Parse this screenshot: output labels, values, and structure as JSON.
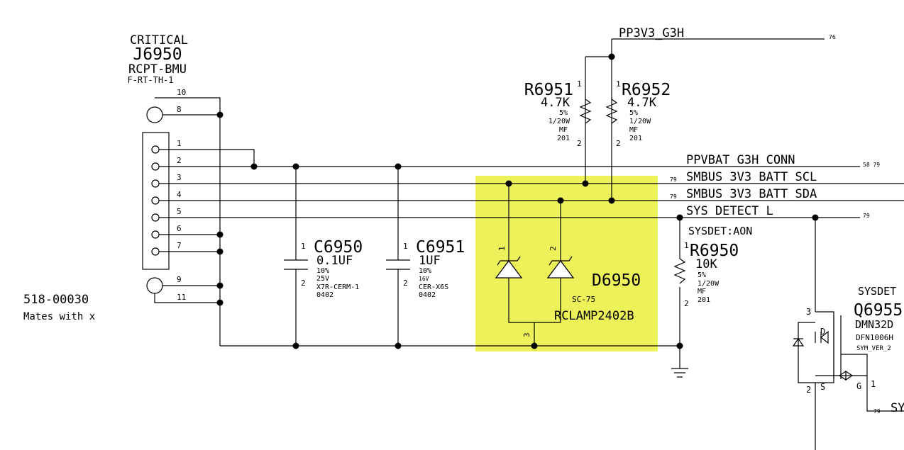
{
  "highlight_color": "#eef25a",
  "connector": {
    "critical": "CRITICAL",
    "refdes": "J6950",
    "type": "RCPT-BMU",
    "part": "F-RT-TH-1",
    "pins": [
      "10",
      "8",
      "1",
      "2",
      "3",
      "4",
      "5",
      "6",
      "7",
      "9",
      "11"
    ],
    "partnum": "518-00030",
    "note": "Mates with x"
  },
  "nets": {
    "pp3v3": "PP3V3_G3H",
    "pp3v3_ref": "76",
    "ppvbat": "PPVBAT_G3H_CONN",
    "ppvbat_ref": "58 79",
    "scl": "SMBUS_3V3_BATT_SCL",
    "scl_ref": "79",
    "sda": "SMBUS_3V3_BATT_SDA",
    "sda_ref": "79",
    "sysdet": "SYS_DETECT_L",
    "sysdet_ref": "79",
    "sysdet_aon": "SYSDET:AON",
    "gate_net": "SY",
    "gate_ref": "79"
  },
  "r6951": {
    "refdes": "R6951",
    "value": "4.7K",
    "tol": "5%",
    "power": "1/20W",
    "type": "MF",
    "pkg": "201",
    "pin1": "1",
    "pin2": "2"
  },
  "r6952": {
    "refdes": "R6952",
    "value": "4.7K",
    "tol": "5%",
    "power": "1/20W",
    "type": "MF",
    "pkg": "201",
    "pin1": "1",
    "pin2": "2"
  },
  "r6950": {
    "refdes": "R6950",
    "value": "10K",
    "tol": "5%",
    "power": "1/20W",
    "type": "MF",
    "pkg": "201",
    "pin1": "1",
    "pin2": "2"
  },
  "c6950": {
    "refdes": "C6950",
    "value": "0.1UF",
    "tol": "10%",
    "volt": "25V",
    "diel": "X7R-CERM-1",
    "pkg": "0402",
    "pin1": "1",
    "pin2": "2"
  },
  "c6951": {
    "refdes": "C6951",
    "value": "1UF",
    "tol": "10%",
    "volt": "16V",
    "diel": "CER-X6S",
    "pkg": "0402",
    "pin1": "1",
    "pin2": "2"
  },
  "d6950": {
    "refdes": "D6950",
    "pkg": "SC-75",
    "part": "RCLAMP2402B",
    "pin1": "1",
    "pin2": "2",
    "pin3": "3"
  },
  "q6955": {
    "label": "SYSDET",
    "refdes": "Q6955",
    "part": "DMN32D",
    "pkg": "DFN1006H",
    "sym": "SYM_VER_2",
    "d": "D",
    "s": "S",
    "g": "G",
    "pin_d": "3",
    "pin_s": "2",
    "pin_g": "1"
  }
}
